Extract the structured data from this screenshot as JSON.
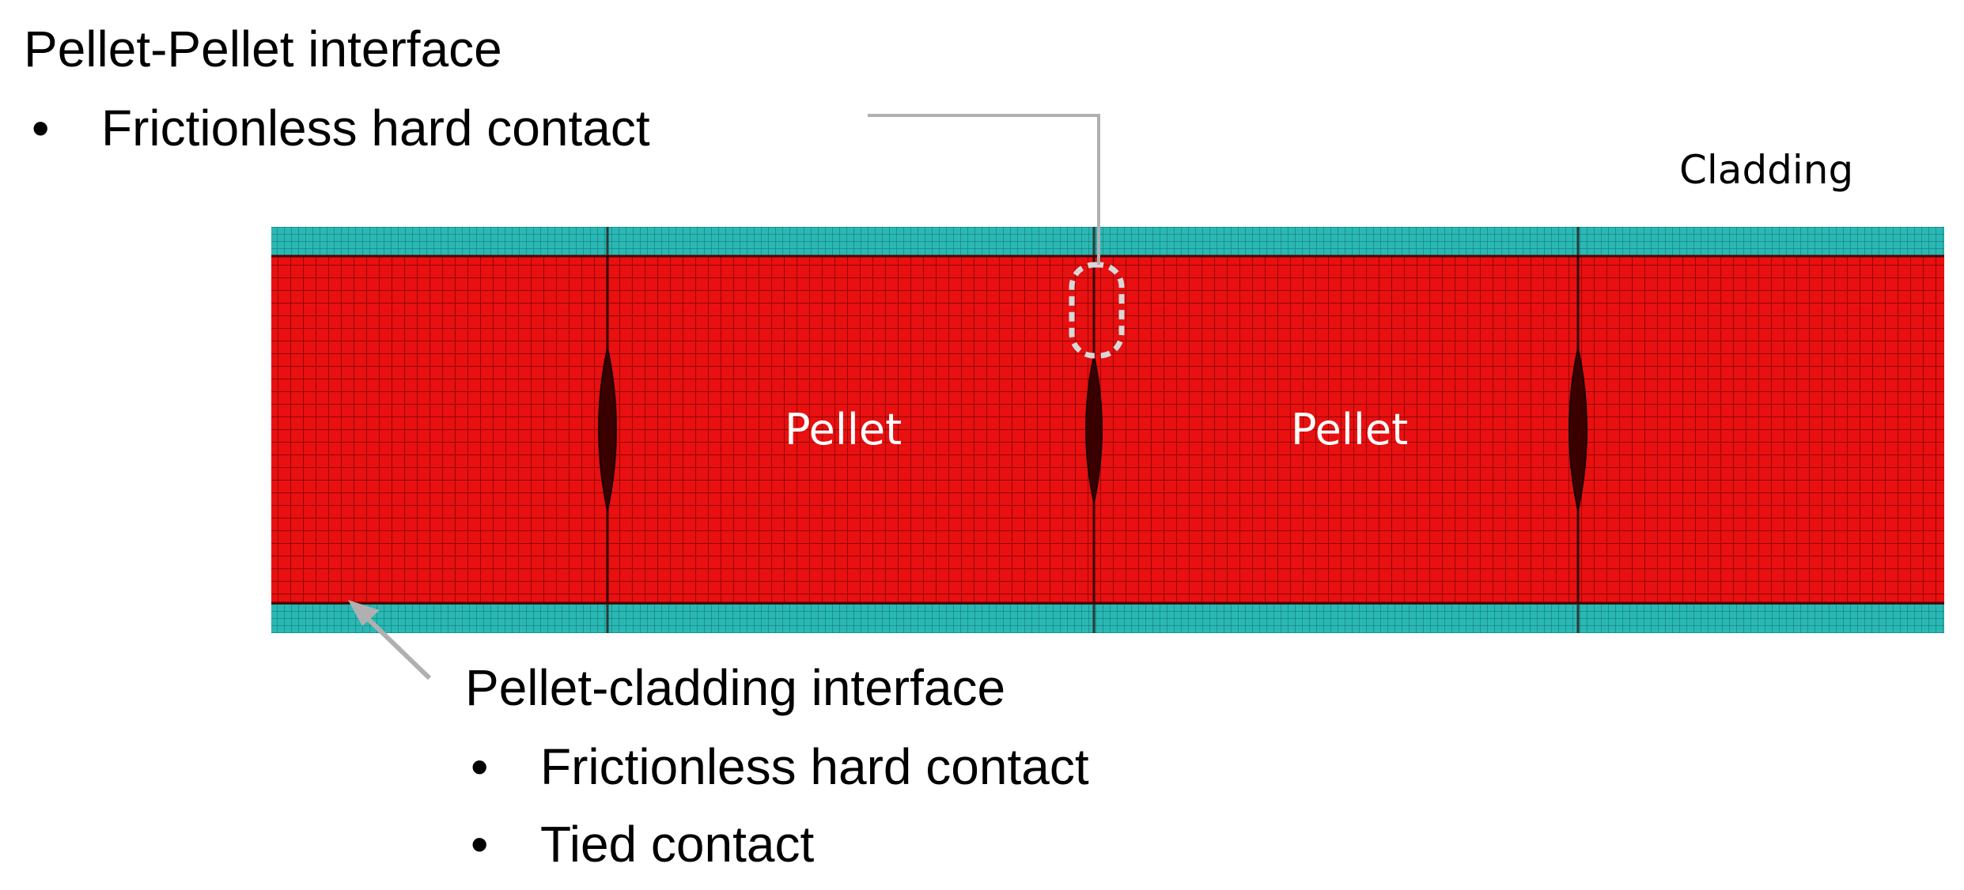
{
  "pp_interface": {
    "title": "Pellet-Pellet interface",
    "bullets": [
      "Frictionless hard contact"
    ]
  },
  "pc_interface": {
    "title": "Pellet-cladding interface",
    "bullets": [
      "Frictionless hard contact",
      "Tied contact"
    ]
  },
  "labels": {
    "cladding": "Cladding",
    "pellets": [
      "Pellet",
      "Pellet"
    ]
  },
  "bullet_char": "•",
  "colors": {
    "pellet_fill": "#e81010",
    "pellet_mesh": "#7a0000",
    "cladding_fill": "#2ab8b4",
    "cladding_mesh": "#0f6e6c",
    "leader_line": "#b0b0b0",
    "highlight_box": "#d8d8d8"
  }
}
